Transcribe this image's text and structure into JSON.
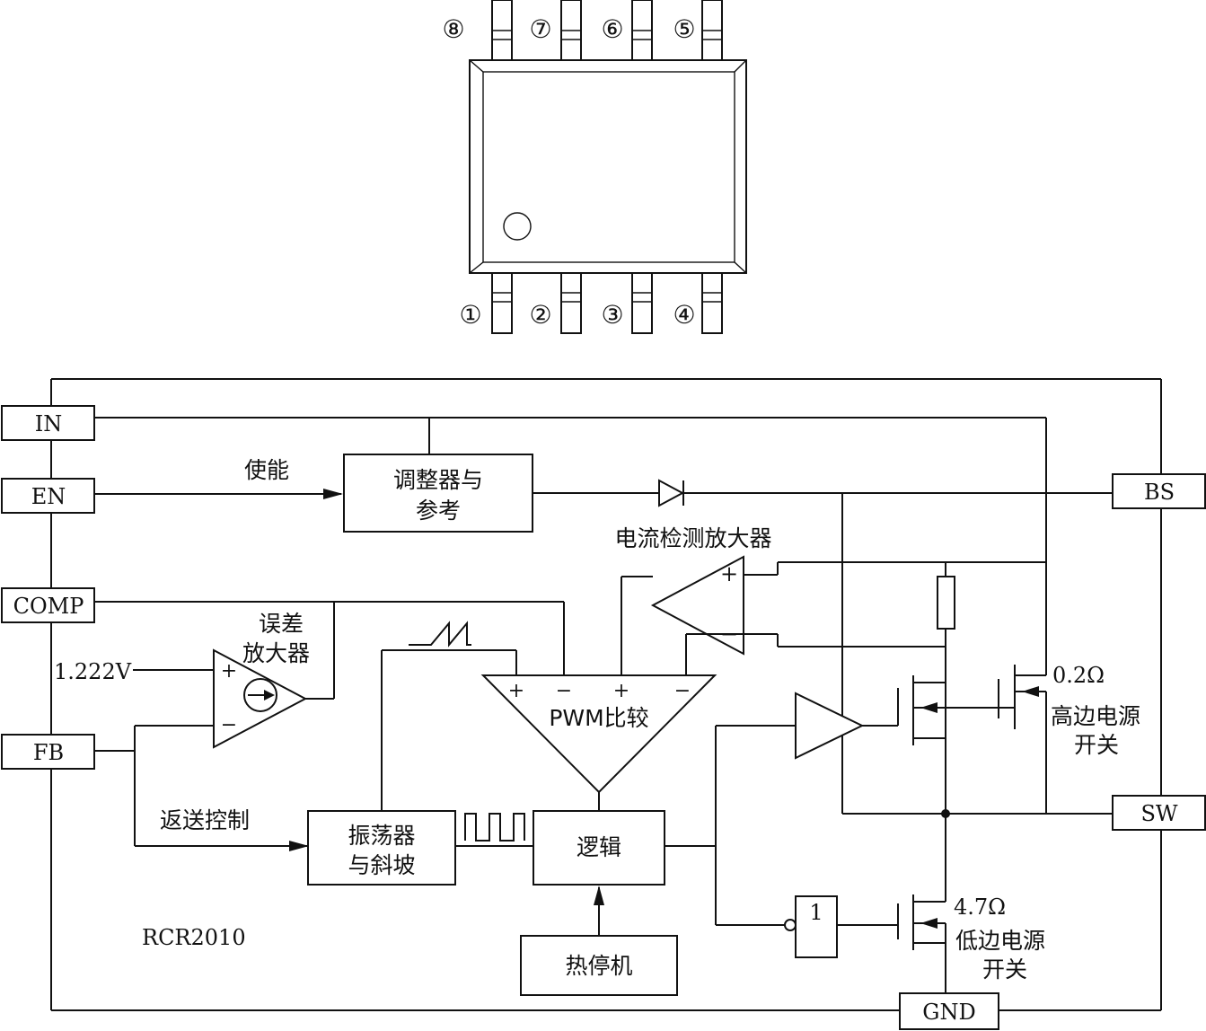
{
  "pins_top": [
    "⑧",
    "⑦",
    "⑥",
    "⑤"
  ],
  "pins_bottom": [
    "①",
    "②",
    "③",
    "④"
  ],
  "pin_boxes": {
    "in": "IN",
    "en": "EN",
    "comp": "COMP",
    "fb": "FB",
    "bs": "BS",
    "sw": "SW",
    "gnd": "GND"
  },
  "blocks": {
    "regulator_line1": "调整器与",
    "regulator_line2": "参考",
    "oscillator_line1": "振荡器",
    "oscillator_line2": "与斜坡",
    "logic": "逻辑",
    "thermal": "热停机",
    "pwm": "PWM比较",
    "inverter": "1"
  },
  "labels": {
    "enable": "使能",
    "current_amp": "电流检测放大器",
    "error_amp_line1": "误差",
    "error_amp_line2": "放大器",
    "ref_voltage": "1.222V",
    "feedback_ctrl": "返送控制",
    "high_res": "0.2Ω",
    "high_sw_line1": "高边电源",
    "high_sw_line2": "开关",
    "low_res": "4.7Ω",
    "low_sw_line1": "低边电源",
    "low_sw_line2": "开关",
    "part": "RCR2010",
    "plus": "+",
    "minus": "−"
  }
}
